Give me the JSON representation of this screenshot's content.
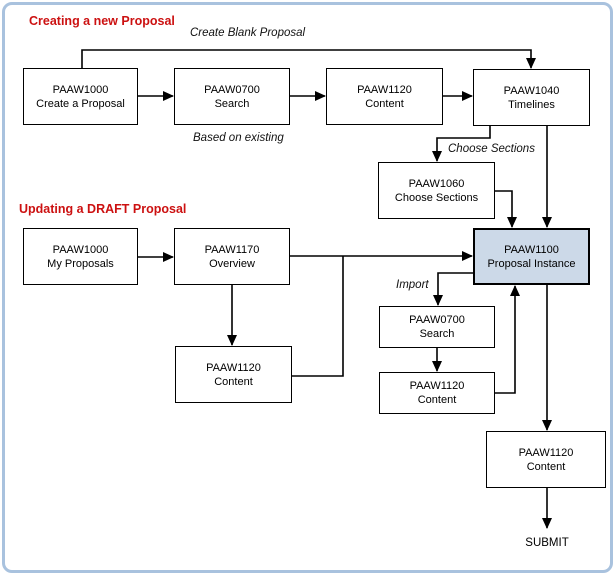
{
  "diagram": {
    "sections": {
      "new_proposal": {
        "title": "Creating a new Proposal"
      },
      "draft_proposal": {
        "title": "Updating a DRAFT Proposal"
      }
    },
    "labels": {
      "create_blank": "Create Blank Proposal",
      "based_on_existing": "Based on existing",
      "choose_sections": "Choose Sections",
      "import": "Import",
      "submit": "SUBMIT"
    },
    "nodes": [
      {
        "code": "PAAW1000",
        "name": "Create a Proposal"
      },
      {
        "code": "PAAW0700",
        "name": "Search"
      },
      {
        "code": "PAAW1120",
        "name": "Content"
      },
      {
        "code": "PAAW1040",
        "name": "Timelines"
      },
      {
        "code": "PAAW1060",
        "name": "Choose Sections"
      },
      {
        "code": "PAAW1100",
        "name": "Proposal Instance"
      },
      {
        "code": "PAAW1000",
        "name": "My Proposals"
      },
      {
        "code": "PAAW1170",
        "name": "Overview"
      },
      {
        "code": "PAAW1120",
        "name": "Content"
      },
      {
        "code": "PAAW0700",
        "name": "Search"
      },
      {
        "code": "PAAW1120",
        "name": "Content"
      },
      {
        "code": "PAAW1120",
        "name": "Content"
      }
    ],
    "colors": {
      "heading": "#cc1111",
      "node_border": "#000000",
      "node_fill": "#ffffff",
      "highlight_fill": "#ccd9e8",
      "frame_border": "#a9c2de",
      "connector": "#000000"
    }
  }
}
